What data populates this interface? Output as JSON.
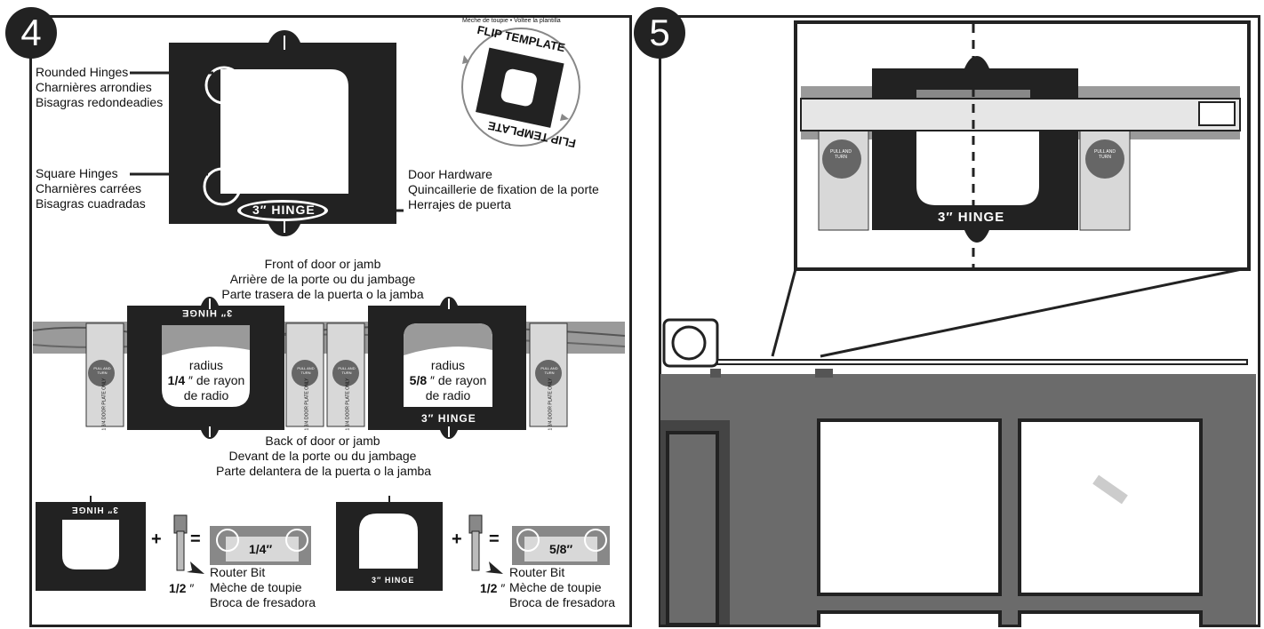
{
  "step4": {
    "number": "4",
    "rounded_hinges": [
      "Rounded Hinges",
      "Charnières arrondies",
      "Bisagras redondeadies"
    ],
    "square_hinges": [
      "Square Hinges",
      "Charnières carrées",
      "Bisagras cuadradas"
    ],
    "door_hardware": [
      "Door Hardware",
      "Quincaillerie de fixation de la porte",
      "Herrajes de puerta"
    ],
    "template_label": "3″ HINGE",
    "flip_template": "FLIP TEMPLATE",
    "flip_small": "Mèche de toupie • Voltee la plantilla",
    "front_of_door": [
      "Front of door or jamb",
      "Arrière de la porte ou du jambage",
      "Parte trasera de la puerta o la jamba"
    ],
    "back_of_door": [
      "Back of door or jamb",
      "Devant de la porte ou du jambage",
      "Parte delantera de la puerta o la jamba"
    ],
    "left_radius": {
      "line1": "radius",
      "value": "1/4",
      "line2": "″ de rayon",
      "line3": "de radio"
    },
    "right_radius": {
      "line1": "radius",
      "value": "5/8",
      "line2": "″ de rayon",
      "line3": "de radio"
    },
    "pull_turn": "PULL AND TURN",
    "plate_text": "1 3/4 DOOR PLATE ONLY",
    "router_left": {
      "size": "1/4″",
      "bit": "1/2",
      "unit": "″",
      "labels": [
        "Router Bit",
        "Mèche de toupie",
        "Broca de fresadora"
      ]
    },
    "router_right": {
      "size": "5/8″",
      "bit": "1/2",
      "unit": "″",
      "labels": [
        "Router Bit",
        "Mèche de toupie",
        "Broca de fresadora"
      ]
    },
    "plus": "+",
    "equals": "="
  },
  "step5": {
    "number": "5",
    "template_label": "3″ HINGE",
    "pull_turn": "PULL AND TURN"
  },
  "colors": {
    "ink": "#222222",
    "rail": "#9a9a9a",
    "plate": "#d8d8d8",
    "door": "#6b6b6b"
  }
}
